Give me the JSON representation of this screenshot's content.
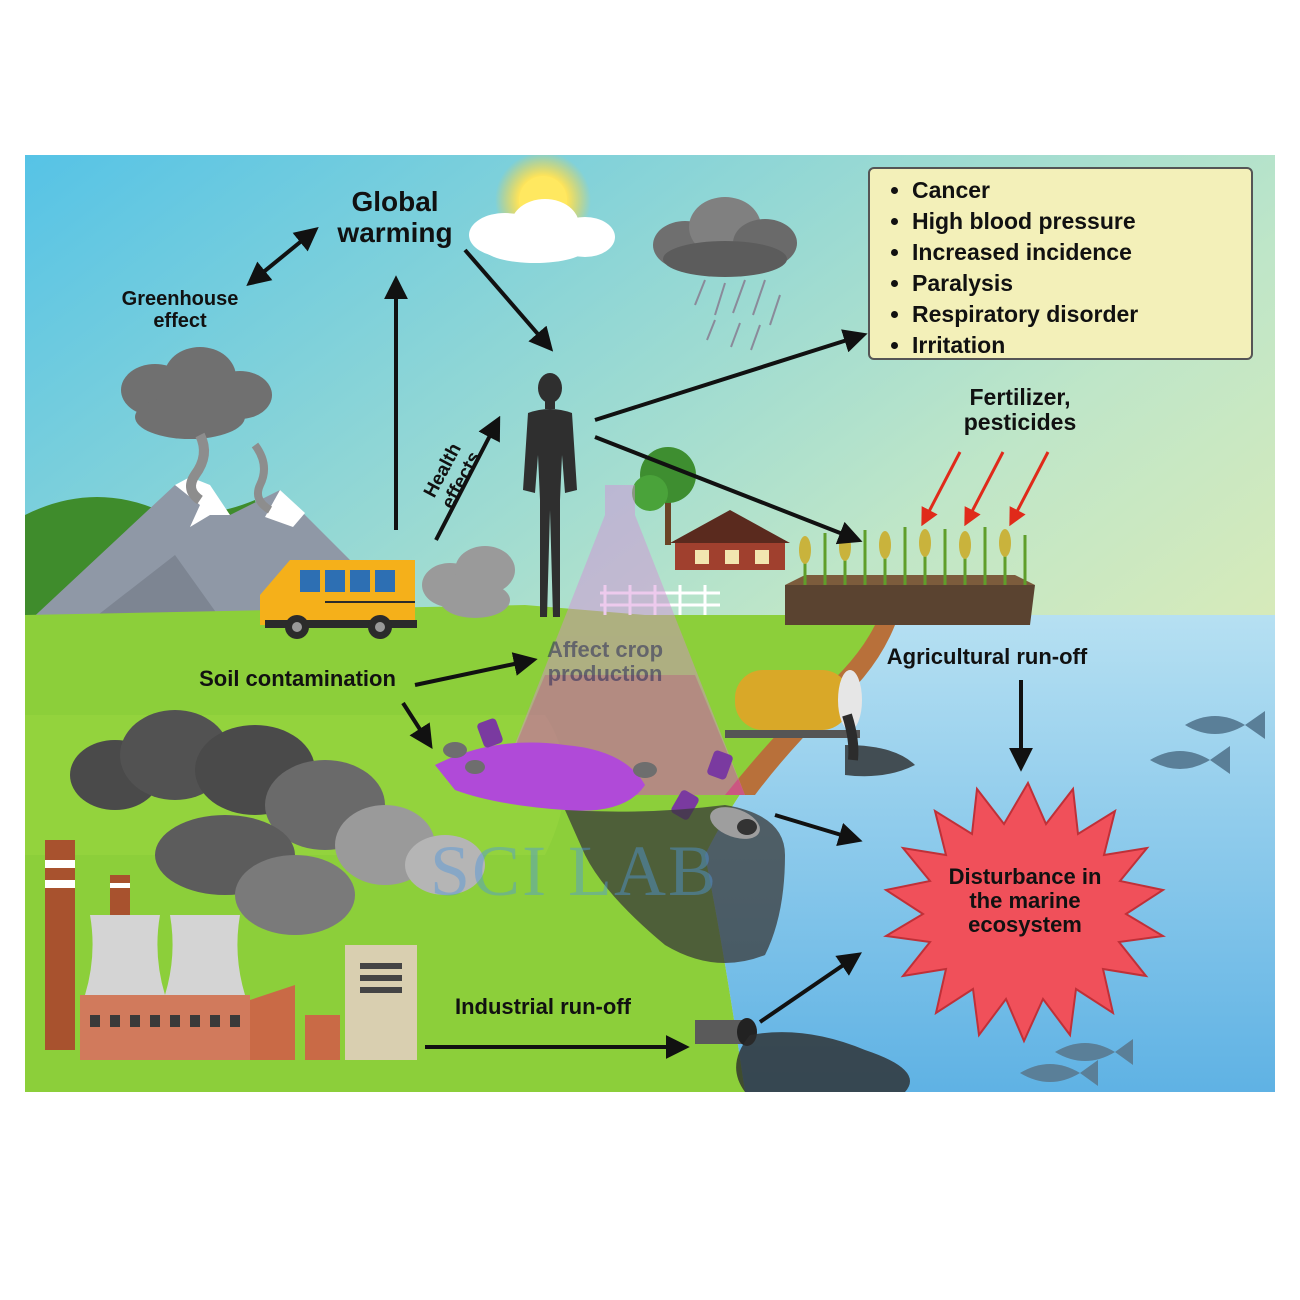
{
  "labels": {
    "global_warming": "Global\nwarming",
    "greenhouse": "Greenhouse\neffect",
    "health_effects": "Health\neffects",
    "fertilizer": "Fertilizer,\npesticides",
    "agri_runoff": "Agricultural run-off",
    "soil": "Soil contamination",
    "affect_crop": "Affect crop\nproduction",
    "industrial_runoff": "Industrial run-off",
    "marine": "Disturbance in\nthe marine\necosystem"
  },
  "health_list": [
    "Cancer",
    "High blood pressure",
    "Increased incidence",
    "Paralysis",
    "Respiratory disorder",
    "Irritation"
  ],
  "watermark": "SCI LAB",
  "colors": {
    "sky_top": "#56c3e6",
    "sky_bottom": "#f5f0a8",
    "grass": "#8ccf3a",
    "water": "#7cc4ea",
    "burst": "#f0505a",
    "arrow": "#111111",
    "chem_arrow": "#e02a1a",
    "purple_spill": "#b04ad8"
  }
}
